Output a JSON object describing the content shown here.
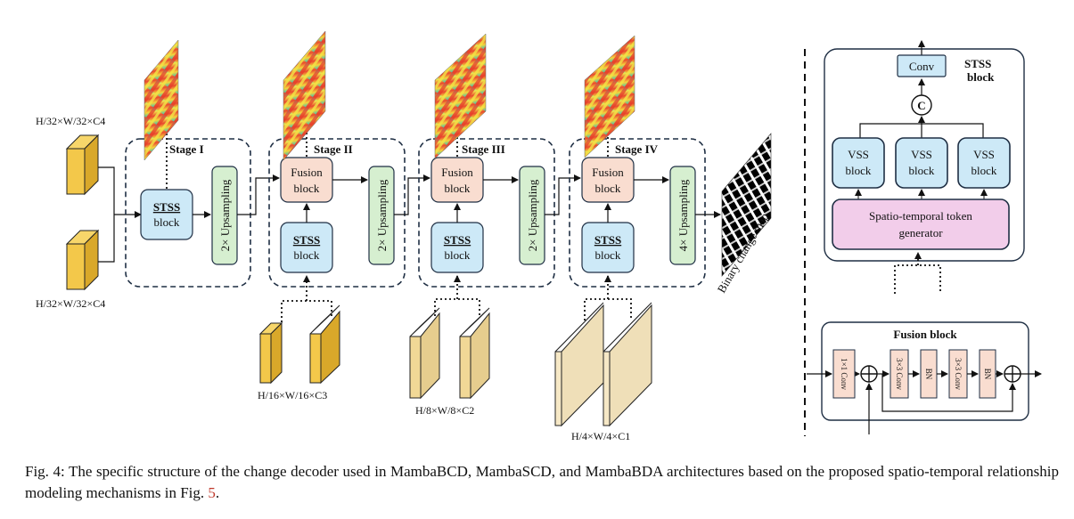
{
  "inputs": {
    "top_label": "H/32×W/32×C4",
    "bottom_label": "H/32×W/32×C4",
    "stage2_label": "H/16×W/16×C3",
    "stage3_label": "H/8×W/8×C2",
    "stage4_label": "H/4×W/4×C1"
  },
  "stages": [
    {
      "title": "Stage I",
      "stss_line1": "STSS",
      "stss_line2": "block",
      "upsample": "2× Upsampling"
    },
    {
      "title": "Stage II",
      "fusion_line1": "Fusion",
      "fusion_line2": "block",
      "stss_line1": "STSS",
      "stss_line2": "block",
      "upsample": "2× Upsampling"
    },
    {
      "title": "Stage III",
      "fusion_line1": "Fusion",
      "fusion_line2": "block",
      "stss_line1": "STSS",
      "stss_line2": "block",
      "upsample": "2× Upsampling"
    },
    {
      "title": "Stage IV",
      "fusion_line1": "Fusion",
      "fusion_line2": "block",
      "stss_line1": "STSS",
      "stss_line2": "block",
      "upsample": "4× Upsampling"
    }
  ],
  "output_label": "Binary change map",
  "stss_panel": {
    "title_line1": "STSS",
    "title_line2": "block",
    "conv": "Conv",
    "concat": "C",
    "vss": [
      {
        "line1": "VSS",
        "line2": "block"
      },
      {
        "line1": "VSS",
        "line2": "block"
      },
      {
        "line1": "VSS",
        "line2": "block"
      }
    ],
    "generator_line1": "Spatio-temporal token",
    "generator_line2": "generator"
  },
  "fusion_panel": {
    "title": "Fusion block",
    "layers": [
      "1×1 Conv",
      "3×3 Conv",
      "BN",
      "3×3 Conv",
      "BN"
    ]
  },
  "caption": {
    "text": "Fig. 4: The specific structure of the change decoder used in MambaBCD, MambaSCD, and MambaBDA architectures based on the proposed spatio-temporal relationship modeling mechanisms in Fig.",
    "ref": "5",
    "end": "."
  },
  "colors": {
    "stss_fill": "#cde9f7",
    "upsample_fill": "#d6efd0",
    "fusion_fill": "#f9ddd0",
    "generator_fill": "#f2cdea",
    "feature_dark": "#f3c84a",
    "feature_mid": "#f1d896",
    "feature_light": "#f6e8c6",
    "stage_border": "#1f2f44"
  }
}
